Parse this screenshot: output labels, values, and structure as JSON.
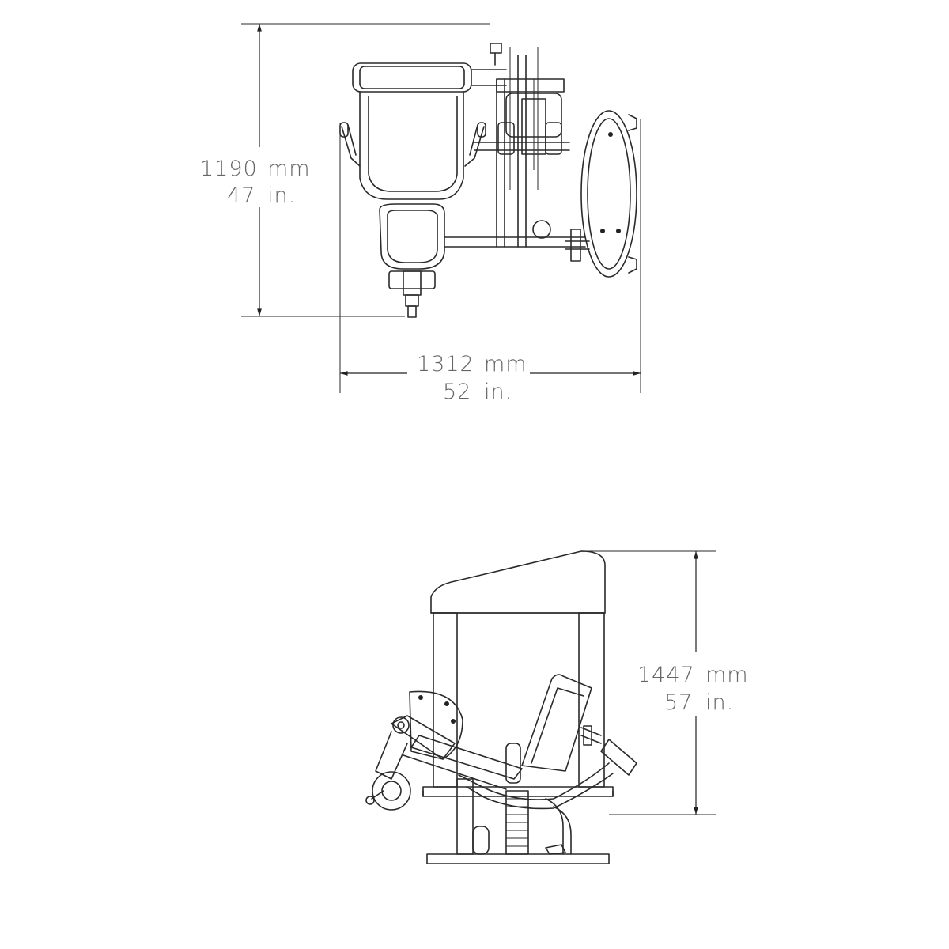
{
  "top_view": {
    "depth": {
      "mm_value": "1190",
      "mm_unit": "mm",
      "in_value": "47",
      "in_unit": "in."
    },
    "width": {
      "mm_value": "1312",
      "mm_unit": "mm",
      "in_value": "52",
      "in_unit": "in."
    }
  },
  "side_view": {
    "height": {
      "mm_value": "1447",
      "mm_unit": "mm",
      "in_value": "57",
      "in_unit": "in."
    }
  }
}
